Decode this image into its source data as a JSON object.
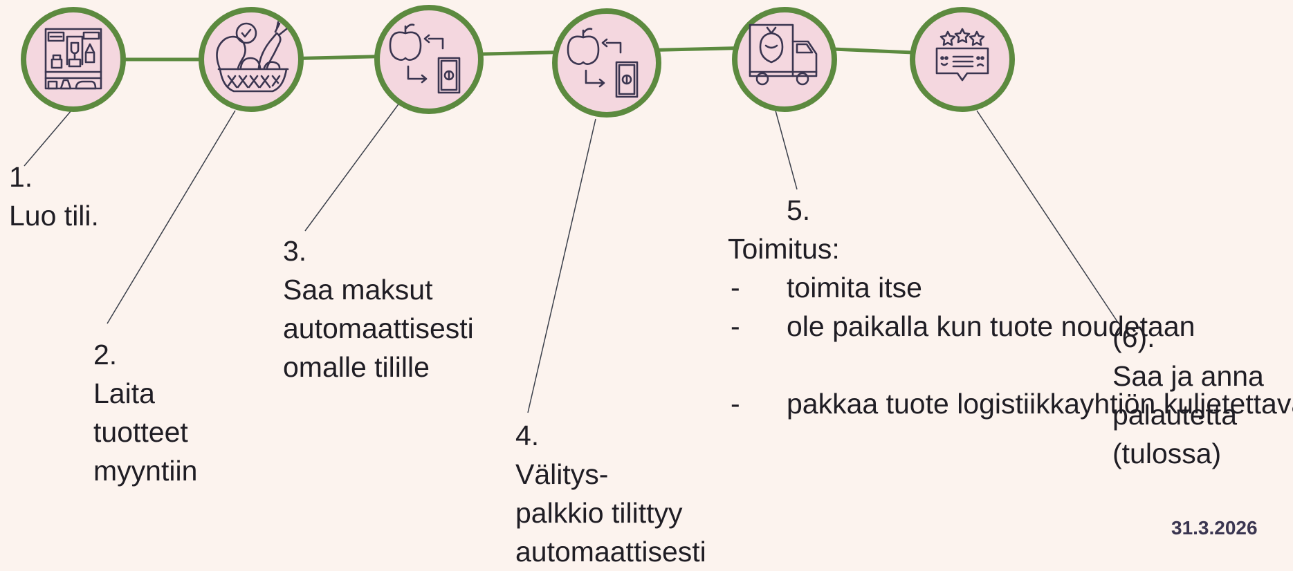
{
  "colors": {
    "background": "#fcf3ee",
    "circle_fill": "#f4d7df",
    "circle_stroke": "#5c8a3f",
    "icon_stroke": "#3a3550",
    "leader_line": "#3a3f4a",
    "text": "#1f1d24"
  },
  "steps": [
    {
      "icon": "market-stall-icon",
      "number": "1.",
      "lines": [
        "Luo tili."
      ]
    },
    {
      "icon": "produce-basket-icon",
      "number": "2.",
      "lines": [
        "Laita",
        "tuotteet",
        "myyntiin"
      ]
    },
    {
      "icon": "apple-money-exchange-icon",
      "number": "3.",
      "lines": [
        "Saa maksut",
        "automaattisesti",
        "omalle tilille"
      ]
    },
    {
      "icon": "apple-money-exchange-icon",
      "number": "4.",
      "lines": [
        "Välitys-",
        "palkkio tilittyy",
        "automaattisesti"
      ]
    },
    {
      "icon": "delivery-truck-icon",
      "number": "5.",
      "heading": "Toimitus:",
      "bullets": [
        {
          "dash": "-",
          "lines": [
            "toimita itse"
          ]
        },
        {
          "dash": "-",
          "lines": [
            "ole paikalla kun",
            "tuote noudetaan"
          ]
        },
        {
          "dash": "-",
          "lines": [
            "pakkaa tuote",
            "logistiikkayhtiön",
            "kuljetettavaksi"
          ]
        }
      ]
    },
    {
      "icon": "rating-feedback-icon",
      "number": "(6).",
      "lines": [
        "Saa ja anna",
        "palautetta",
        "(tulossa)"
      ]
    }
  ],
  "footer": {
    "date": "31.3.2026"
  }
}
